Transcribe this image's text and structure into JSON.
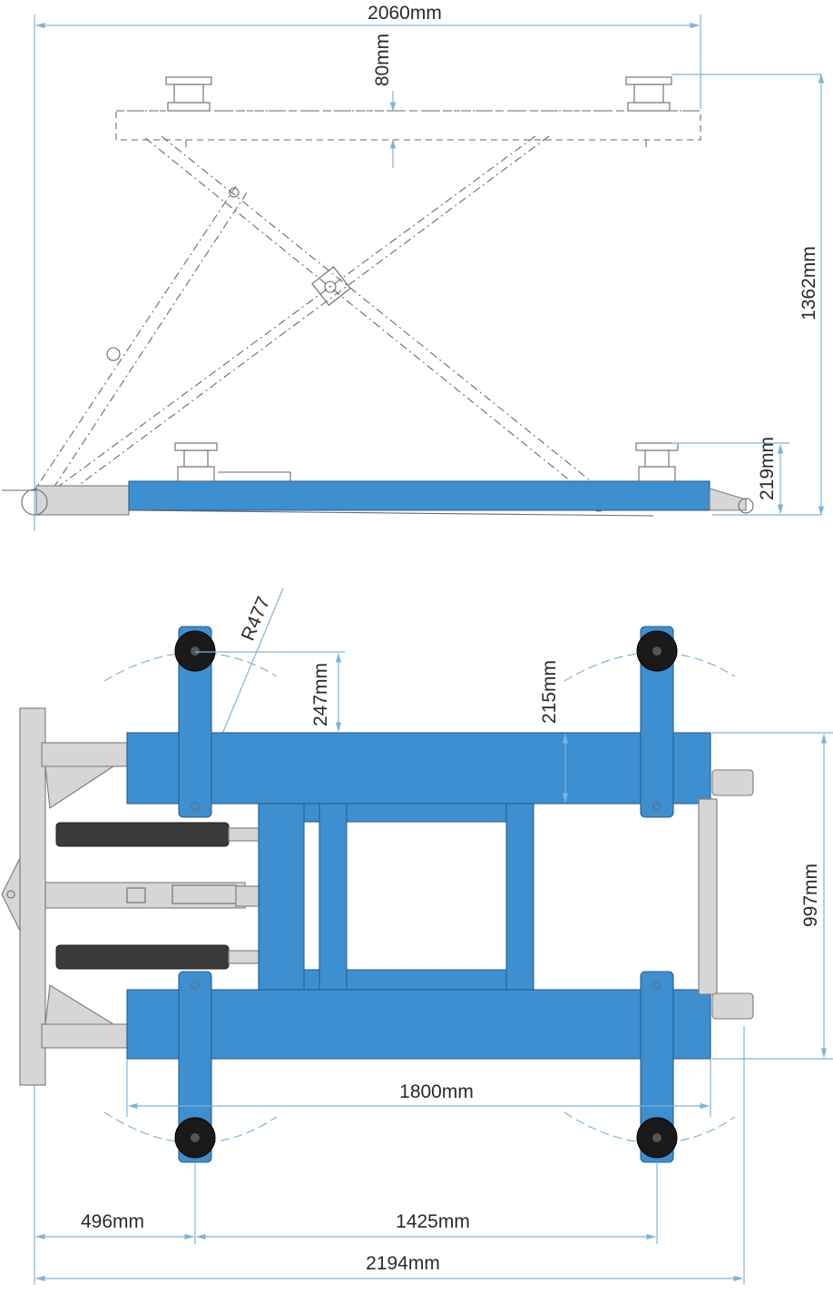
{
  "dimensions": {
    "top_width": "2060mm",
    "platform_thickness": "80mm",
    "max_height": "1362mm",
    "min_height": "219mm",
    "radius": "R477",
    "arm_offset": "247mm",
    "beam_width": "215mm",
    "overall_width": "997mm",
    "inner_span": "1800mm",
    "front_offset": "496mm",
    "arm_spacing": "1425mm",
    "overall_length": "2194mm"
  },
  "colors": {
    "platform_blue": "#3d8fd0",
    "dimension_line": "#7fb4d6",
    "frame_grey": "#d6d6d6",
    "cylinder_dark": "#3a3a3a"
  },
  "views": [
    "side-elevation",
    "top-plan"
  ]
}
